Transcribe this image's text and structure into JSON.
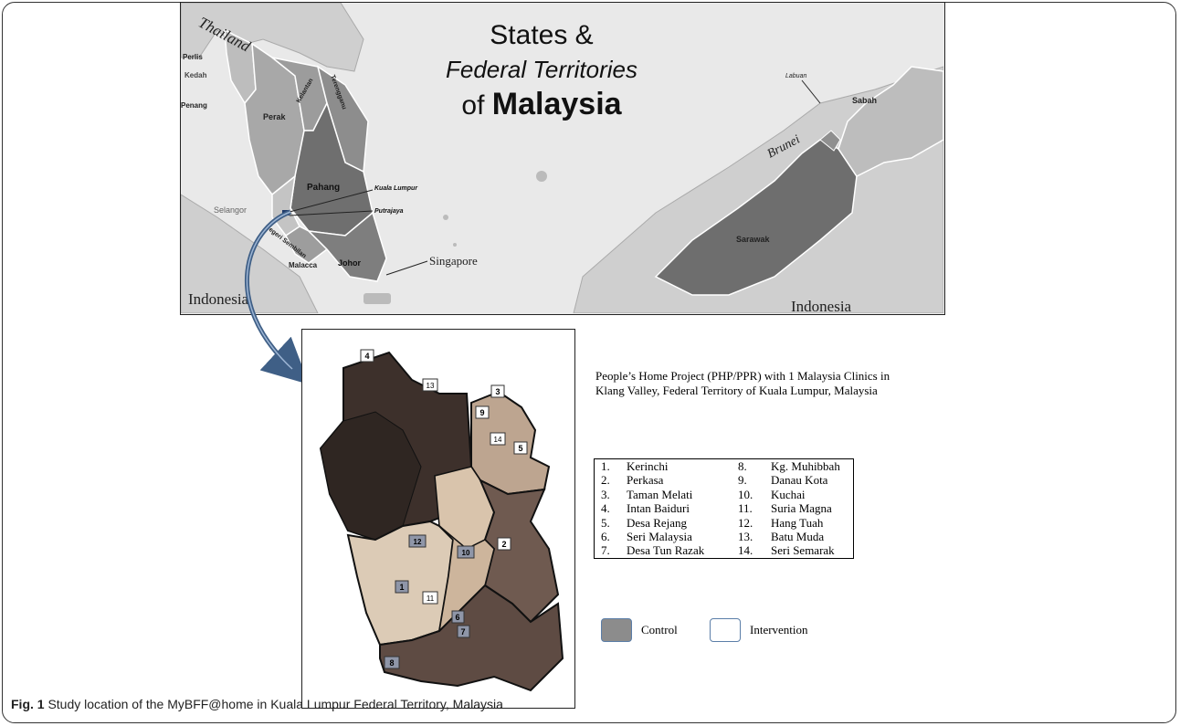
{
  "top_map": {
    "title_line1": "States &",
    "title_line2": "Federal Territories",
    "title_line3_prefix": "of",
    "title_line3_bold": "Malaysia",
    "labels": {
      "thailand": "Thailand",
      "perlis": "Perlis",
      "kedah": "Kedah",
      "penang": "Penang",
      "perak": "Perak",
      "kelantan": "Kelantan",
      "terengganu": "Terengganu",
      "pahang": "Pahang",
      "selangor": "Selangor",
      "negeri_sembilan": "Negeri Sembilan",
      "malacca": "Malacca",
      "johor": "Johor",
      "kuala_lumpur": "Kuala Lumpur",
      "putrajaya": "Putrajaya",
      "singapore": "Singapore",
      "indonesia_left": "Indonesia",
      "indonesia_right": "Indonesia",
      "brunei": "Brunei",
      "labuan": "Labuan",
      "sabah": "Sabah",
      "sarawak": "Sarawak"
    }
  },
  "kl_map": {
    "markers": [
      "1",
      "2",
      "3",
      "4",
      "5",
      "6",
      "7",
      "8",
      "9",
      "10",
      "11",
      "12",
      "13",
      "14"
    ]
  },
  "legend": {
    "title": "People’s Home Project (PHP/PPR) with 1 Malaysia Clinics in Klang Valley, Federal Territory of Kuala Lumpur, Malaysia",
    "rows": [
      {
        "n1": "1.",
        "c1": "Kerinchi",
        "n2": "8.",
        "c2": "Kg. Muhibbah"
      },
      {
        "n1": "2.",
        "c1": "Perkasa",
        "n2": "9.",
        "c2": "Danau Kota"
      },
      {
        "n1": "3.",
        "c1": "Taman Melati",
        "n2": "10.",
        "c2": "Kuchai"
      },
      {
        "n1": "4.",
        "c1": "Intan Baiduri",
        "n2": "11.",
        "c2": "Suria Magna"
      },
      {
        "n1": "5.",
        "c1": "Desa Rejang",
        "n2": "12.",
        "c2": "Hang Tuah"
      },
      {
        "n1": "6.",
        "c1": "Seri Malaysia",
        "n2": "13.",
        "c2": "Batu Muda"
      },
      {
        "n1": "7.",
        "c1": "Desa Tun Razak",
        "n2": "14.",
        "c2": "Seri Semarak"
      }
    ],
    "control_label": "Control",
    "intervention_label": "Intervention",
    "colors": {
      "control": "#8c8c8c",
      "intervention": "#ffffff",
      "border": "#5b7ea8"
    }
  },
  "caption": {
    "prefix": "Fig. 1",
    "text": " Study location of the MyBFF@home in Kuala Lumpur Federal Territory, Malaysia"
  }
}
